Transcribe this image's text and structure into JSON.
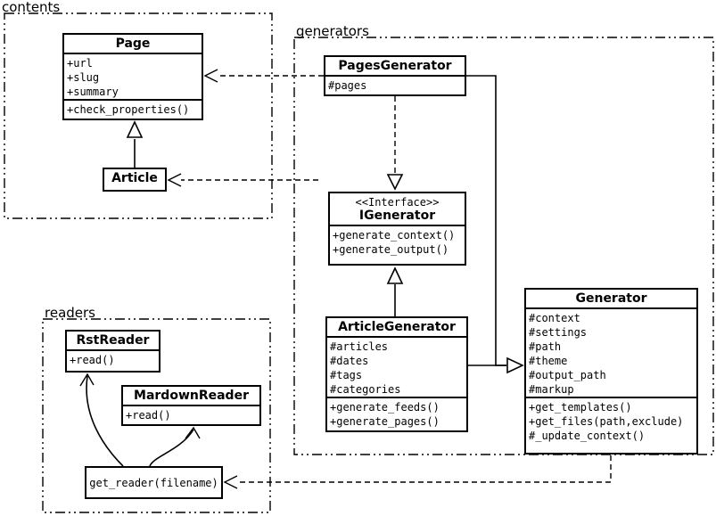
{
  "colors": {
    "background": "#ffffff",
    "stroke": "#000000"
  },
  "packages": {
    "contents": {
      "label": "contents"
    },
    "generators": {
      "label": "generators"
    },
    "readers": {
      "label": "readers"
    }
  },
  "classes": {
    "page": {
      "title": "Page",
      "attributes": [
        "+url",
        "+slug",
        "+summary"
      ],
      "methods": [
        "+check_properties()"
      ]
    },
    "article": {
      "title": "Article"
    },
    "pages_generator": {
      "title": "PagesGenerator",
      "attributes": [
        "#pages"
      ]
    },
    "igenerator": {
      "stereotype": "<<Interface>>",
      "title": "IGenerator",
      "methods": [
        "+generate_context()",
        "+generate_output()"
      ]
    },
    "article_generator": {
      "title": "ArticleGenerator",
      "attributes": [
        "#articles",
        "#dates",
        "#tags",
        "#categories"
      ],
      "methods": [
        "+generate_feeds()",
        "+generate_pages()"
      ]
    },
    "generator": {
      "title": "Generator",
      "attributes": [
        "#context",
        "#settings",
        "#path",
        "#theme",
        "#output_path",
        "#markup"
      ],
      "methods": [
        "+get_templates()",
        "+get_files(path,exclude)",
        "#_update_context()"
      ]
    },
    "rst_reader": {
      "title": "RstReader",
      "methods": [
        "+read()"
      ]
    },
    "markdown_reader": {
      "title": "MardownReader",
      "methods": [
        "+read()"
      ]
    },
    "get_reader": {
      "title": "get_reader(filename)"
    }
  },
  "relations": [
    {
      "type": "dependency",
      "from": "PagesGenerator",
      "to": "Page"
    },
    {
      "type": "dependency",
      "from": "generators",
      "to": "Article"
    },
    {
      "type": "realization",
      "from": "PagesGenerator",
      "to": "IGenerator"
    },
    {
      "type": "generalization",
      "from": "ArticleGenerator",
      "to": "IGenerator"
    },
    {
      "type": "generalization",
      "from": "PagesGenerator",
      "to": "Generator"
    },
    {
      "type": "generalization",
      "from": "ArticleGenerator",
      "to": "Generator"
    },
    {
      "type": "dependency",
      "from": "Generator",
      "to": "get_reader(filename)"
    },
    {
      "type": "association",
      "from": "get_reader(filename)",
      "to": "RstReader"
    },
    {
      "type": "association",
      "from": "get_reader(filename)",
      "to": "MardownReader"
    }
  ]
}
